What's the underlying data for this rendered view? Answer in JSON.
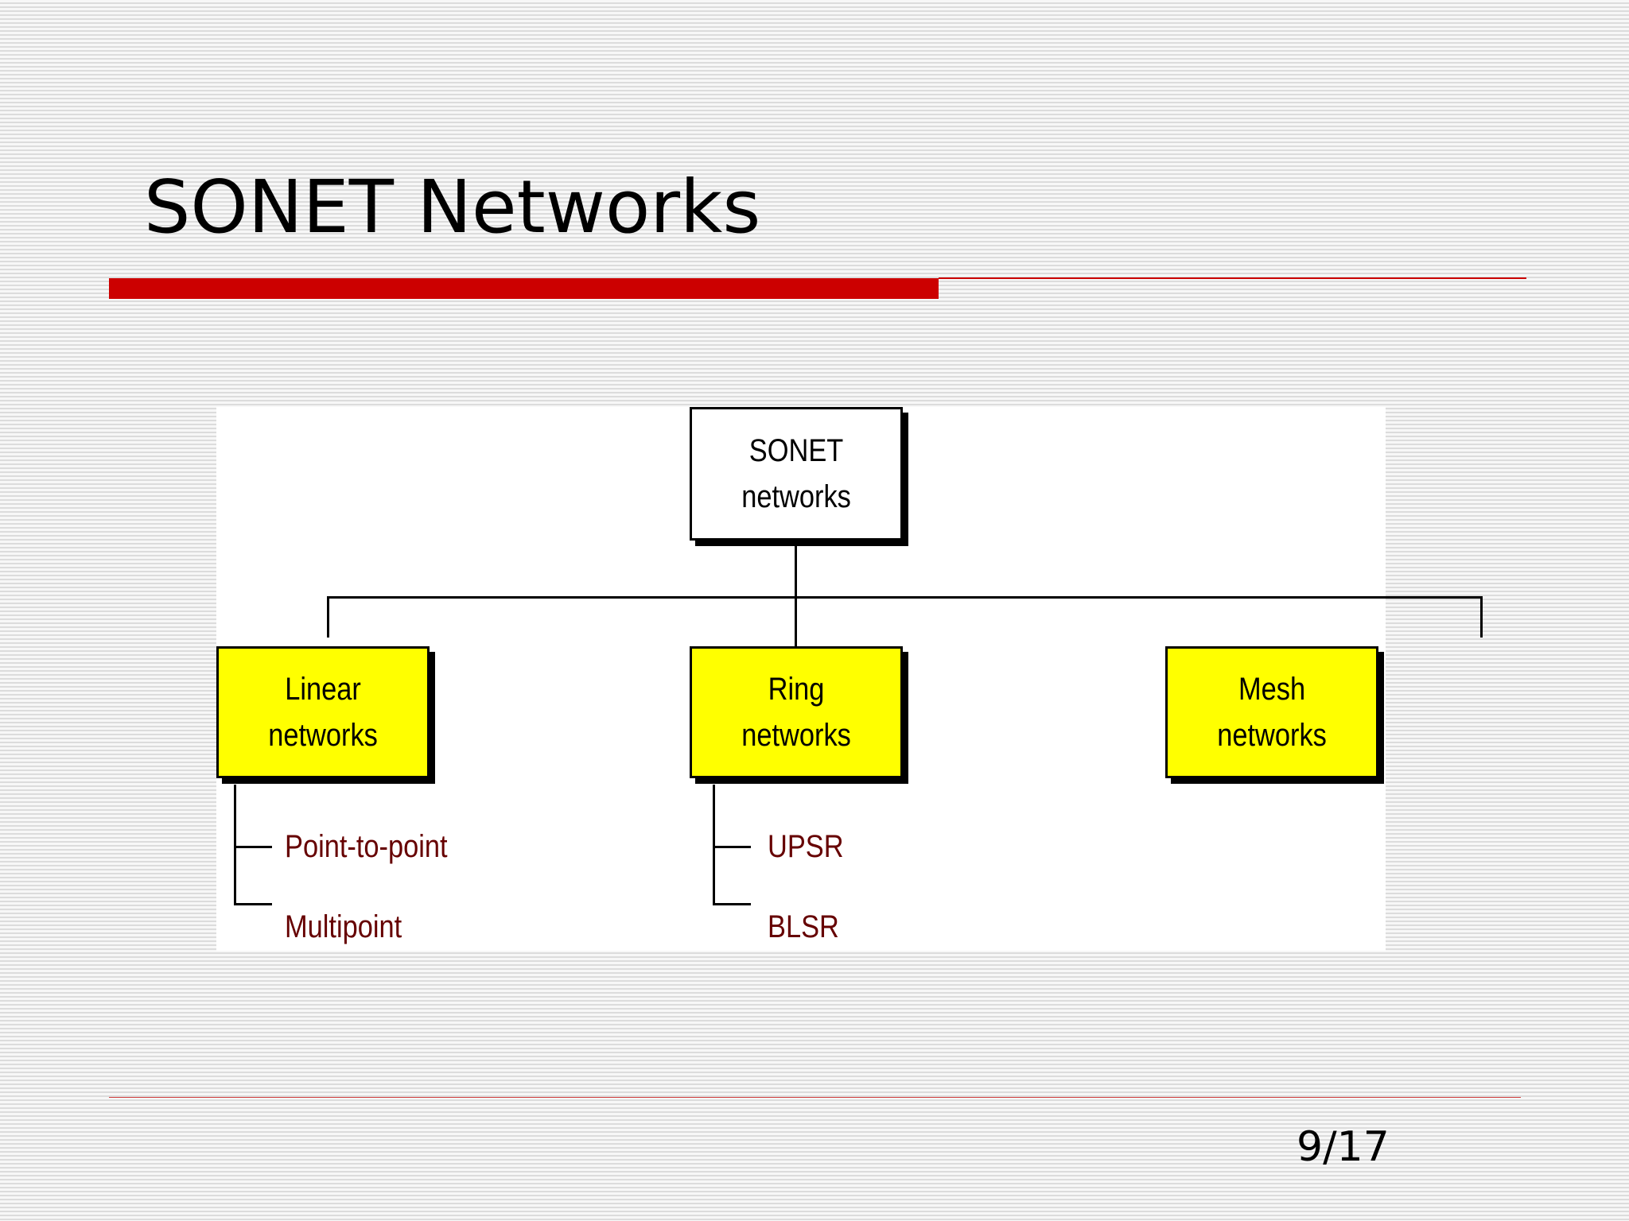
{
  "slide": {
    "title": "SONET Networks",
    "page_number": "9/17",
    "colors": {
      "accent": "#cc0000",
      "node_fill": "#ffff00",
      "root_fill": "#ffffff",
      "leaf_text": "#660000"
    }
  },
  "diagram": {
    "root": {
      "line1": "SONET",
      "line2": "networks"
    },
    "children": [
      {
        "line1": "Linear",
        "line2": "networks",
        "leaves": [
          "Point-to-point",
          "Multipoint"
        ]
      },
      {
        "line1": "Ring",
        "line2": "networks",
        "leaves": [
          "UPSR",
          "BLSR"
        ]
      },
      {
        "line1": "Mesh",
        "line2": "networks",
        "leaves": []
      }
    ]
  }
}
